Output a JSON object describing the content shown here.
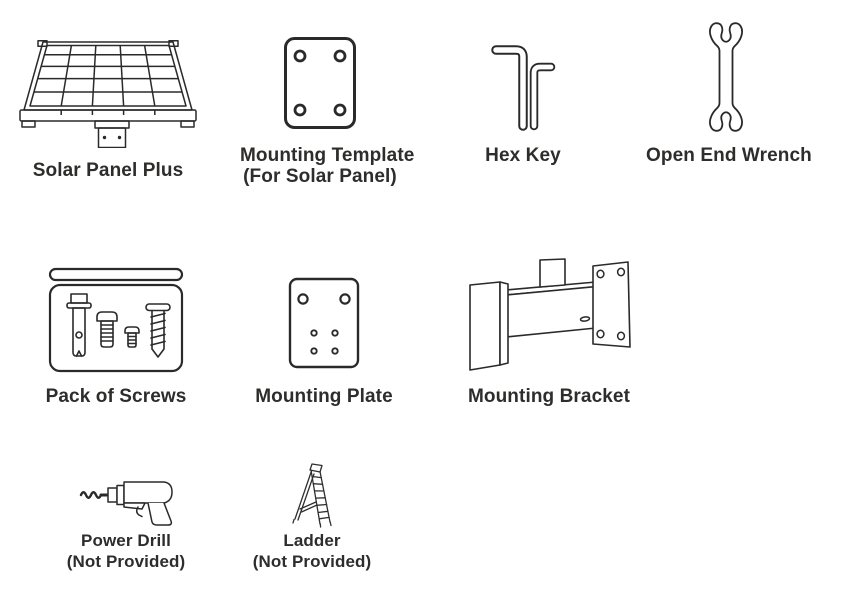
{
  "page": {
    "background": "#ffffff",
    "line_color": "#2a2a2a",
    "text_color": "#2e2d2c"
  },
  "items": [
    {
      "id": "solar-panel-plus",
      "icon": "solar-panel-icon",
      "name": "Solar Panel Plus"
    },
    {
      "id": "mounting-template",
      "icon": "mounting-template-icon",
      "name": "Mounting Template",
      "sub": "(For Solar Panel)"
    },
    {
      "id": "hex-key",
      "icon": "hex-key-icon",
      "name": "Hex Key"
    },
    {
      "id": "open-end-wrench",
      "icon": "open-end-wrench-icon",
      "name": "Open End Wrench"
    },
    {
      "id": "pack-of-screws",
      "icon": "pack-of-screws-icon",
      "name": "Pack of Screws"
    },
    {
      "id": "mounting-plate",
      "icon": "mounting-plate-icon",
      "name": "Mounting Plate"
    },
    {
      "id": "mounting-bracket",
      "icon": "mounting-bracket-icon",
      "name": "Mounting Bracket"
    },
    {
      "id": "power-drill",
      "icon": "power-drill-icon",
      "name": "Power Drill",
      "sub": "(Not Provided)"
    },
    {
      "id": "ladder",
      "icon": "ladder-icon",
      "name": "Ladder",
      "sub": "(Not Provided)"
    }
  ]
}
